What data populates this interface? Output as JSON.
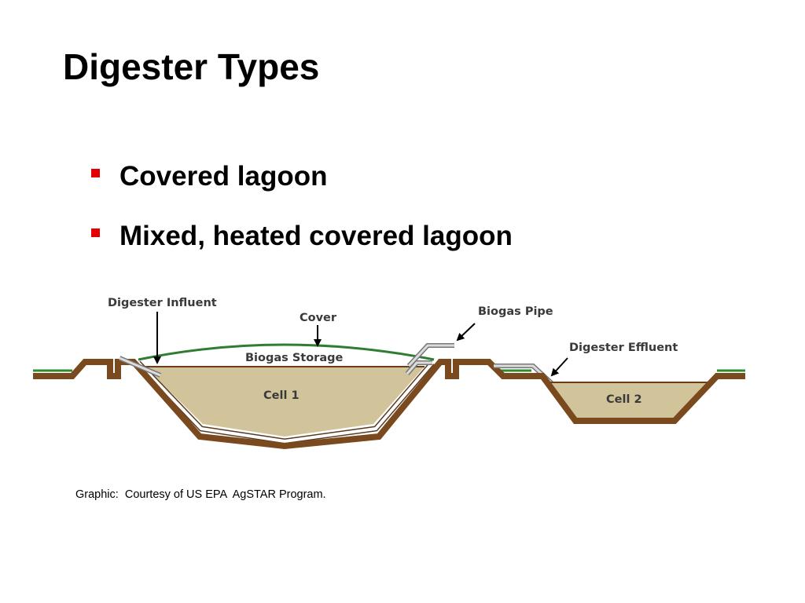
{
  "slide": {
    "title": "Digester Types",
    "bullets": [
      "Covered lagoon",
      "Mixed, heated covered lagoon"
    ],
    "caption": "Graphic:  Courtesy of US EPA  AgSTAR Program."
  },
  "diagram": {
    "labels": {
      "influent": "Digester Influent",
      "cover": "Cover",
      "biogas_pipe": "Biogas Pipe",
      "biogas_storage": "Biogas Storage",
      "effluent": "Digester Effluent",
      "cell1": "Cell 1",
      "cell2": "Cell 2"
    },
    "colors": {
      "bullet": "#e30000",
      "soil": "#7a4a1e",
      "grass": "#2e8b2e",
      "liquid": "#d2c49a",
      "cover": "#2e7d32"
    }
  }
}
